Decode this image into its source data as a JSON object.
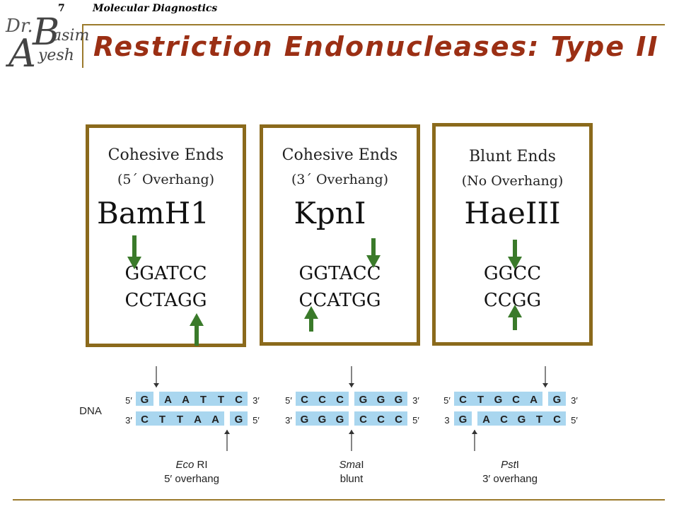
{
  "header": {
    "slide_number": "7",
    "course": "Molecular Diagnostics",
    "title": "Restriction Endonucleases: Type II"
  },
  "logo": {
    "dr": "Dr.",
    "b": "B",
    "asim": "asim",
    "a": "A",
    "yesh": "yesh"
  },
  "boxes": [
    {
      "heading": "Cohesive Ends",
      "sub": "(5´ Overhang)",
      "enzyme": "BamH1",
      "top_strand": "GGATCC",
      "bottom_strand": "CCTAGG"
    },
    {
      "heading": "Cohesive Ends",
      "sub": "(3´ Overhang)",
      "enzyme": "KpnI",
      "top_strand": "GGTACC",
      "bottom_strand": "CCATGG"
    },
    {
      "heading": "Blunt Ends",
      "sub": "(No Overhang)",
      "enzyme": "HaeIII",
      "top_strand": "GGCC",
      "bottom_strand": "CCGG"
    }
  ],
  "colors": {
    "border": "#8b6a1c",
    "title": "#9b2f14",
    "arrow": "#3a7a2a",
    "dna_block": "#a9d6ef"
  },
  "dna_diagram": {
    "dna_label": "DNA",
    "prime5": "5′",
    "prime3": "3′",
    "prime3_plain": "3",
    "examples": [
      {
        "top": [
          "G",
          "A",
          "A",
          "T",
          "T",
          "C"
        ],
        "bottom": [
          "C",
          "T",
          "T",
          "A",
          "A",
          "G"
        ],
        "enzyme_italic": "Eco",
        "enzyme_rest": " RI",
        "desc": "5′ overhang"
      },
      {
        "top": [
          "C",
          "C",
          "C",
          "G",
          "G",
          "G"
        ],
        "bottom": [
          "G",
          "G",
          "G",
          "C",
          "C",
          "C"
        ],
        "enzyme_italic": "Sma",
        "enzyme_rest": "I",
        "desc": "blunt"
      },
      {
        "top": [
          "C",
          "T",
          "G",
          "C",
          "A",
          "G"
        ],
        "bottom": [
          "G",
          "A",
          "C",
          "G",
          "T",
          "C"
        ],
        "enzyme_italic": "Pst",
        "enzyme_rest": "I",
        "desc": "3′ overhang"
      }
    ]
  }
}
